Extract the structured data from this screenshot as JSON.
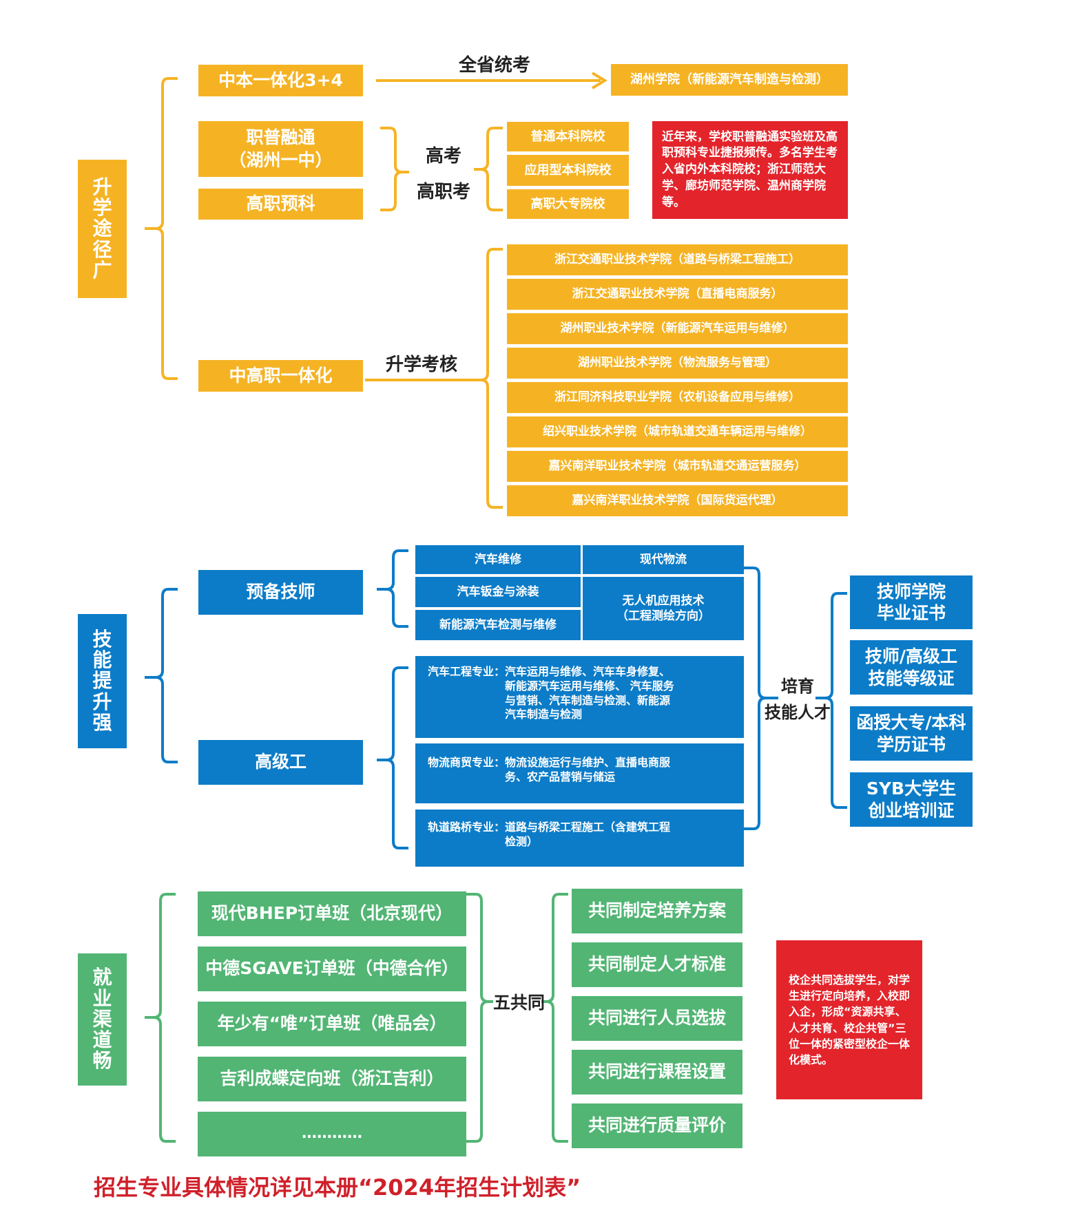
{
  "colors": {
    "yellow": "#f5b324",
    "blue": "#0c7cc8",
    "green": "#52b574",
    "red": "#e3242b"
  },
  "section1": {
    "title": "升学途径广",
    "path_a": {
      "label": "中本一体化3+4",
      "connector": "全省统考",
      "target": "湖州学院（新能源汽车制造与检测）"
    },
    "path_b": {
      "labels": [
        "职普融通\n（湖州一中）",
        "高职预科"
      ],
      "connectors": [
        "高考",
        "高职考"
      ],
      "targets": [
        "普通本科院校",
        "应用型本科院校",
        "高职大专院校"
      ],
      "note": "近年来，学校职普融通实验班及高职预科专业捷报频传。多名学生考入省内外本科院校；浙江师范大学、廊坊师范学院、温州商学院等。"
    },
    "path_c": {
      "label": "中高职一体化",
      "connector": "升学考核",
      "targets": [
        "浙江交通职业技术学院（道路与桥梁工程施工）",
        "浙江交通职业技术学院（直播电商服务）",
        "湖州职业技术学院（新能源汽车运用与维修）",
        "湖州职业技术学院（物流服务与管理）",
        "浙江同济科技职业学院（农机设备应用与维修）",
        "绍兴职业技术学院（城市轨道交通车辆运用与维修）",
        "嘉兴南洋职业技术学院（城市轨道交通运营服务）",
        "嘉兴南洋职业技术学院（国际货运代理）"
      ]
    }
  },
  "section2": {
    "title": "技能提升强",
    "tiers": [
      "预备技师",
      "高级工"
    ],
    "tech_grid": [
      "汽车维修",
      "现代物流",
      "汽车钣金与涂装",
      "无人机应用技术\n（工程测绘方向）",
      "新能源汽车检测与维修"
    ],
    "majors": [
      {
        "name": "汽车工程专业：",
        "desc": "汽车运用与维修、汽车车身修复、\n新能源汽车运用与维修、 汽车服务\n与营销、汽车制造与检测、新能源\n汽车制造与检测"
      },
      {
        "name": "物流商贸专业：",
        "desc": "物流设施运行与维护、直播电商服\n务、农产品营销与储运"
      },
      {
        "name": "轨道路桥专业：",
        "desc": "道路与桥梁工程施工（含建筑工程\n检测）"
      }
    ],
    "connector": "培育\n技能人才",
    "certs": [
      "技师学院\n毕业证书",
      "技师/高级工\n技能等级证",
      "函授大专/本科\n学历证书",
      "SYB大学生\n创业培训证"
    ]
  },
  "section3": {
    "title": "就业渠道畅",
    "classes": [
      "现代BHEP订单班（北京现代）",
      "中德SGAVE订单班（中德合作）",
      "年少有“唯”订单班（唯品会）",
      "吉利成蝶定向班（浙江吉利）",
      "…………"
    ],
    "connector": "五共同",
    "commons": [
      "共同制定培养方案",
      "共同制定人才标准",
      "共同进行人员选拔",
      "共同进行课程设置",
      "共同进行质量评价"
    ],
    "note": "校企共同选拔学生，对学生进行定向培养，入校即入企，形成“资源共享、人才共育、校企共管”三位一体的紧密型校企一体化模式。"
  },
  "footer": "招生专业具体情况详见本册“2024年招生计划表”"
}
